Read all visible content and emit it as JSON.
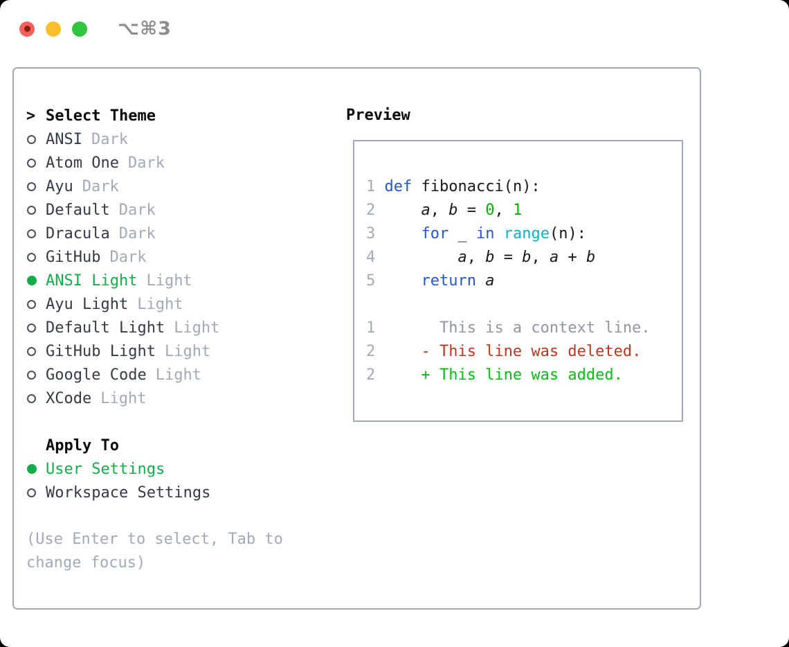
{
  "window": {
    "title": "⌥⌘3",
    "traffic_lights": [
      {
        "name": "close",
        "color": "#f4605a",
        "inner_dot": "#8c1d12"
      },
      {
        "name": "minimize",
        "color": "#fbbf2d"
      },
      {
        "name": "zoom",
        "color": "#30c53e"
      }
    ]
  },
  "theme_panel": {
    "header": {
      "prompt": ">",
      "label": "Select Theme"
    },
    "themes": [
      {
        "name": "ANSI",
        "variant": "Dark",
        "selected": false
      },
      {
        "name": "Atom One",
        "variant": "Dark",
        "selected": false
      },
      {
        "name": "Ayu",
        "variant": "Dark",
        "selected": false
      },
      {
        "name": "Default",
        "variant": "Dark",
        "selected": false
      },
      {
        "name": "Dracula",
        "variant": "Dark",
        "selected": false
      },
      {
        "name": "GitHub",
        "variant": "Dark",
        "selected": false
      },
      {
        "name": "ANSI Light",
        "variant": "Light",
        "selected": true
      },
      {
        "name": "Ayu Light",
        "variant": "Light",
        "selected": false
      },
      {
        "name": "Default Light",
        "variant": "Light",
        "selected": false
      },
      {
        "name": "GitHub Light",
        "variant": "Light",
        "selected": false
      },
      {
        "name": "Google Code",
        "variant": "Light",
        "selected": false
      },
      {
        "name": "XCode",
        "variant": "Light",
        "selected": false
      }
    ],
    "apply_to": {
      "label": "Apply To",
      "options": [
        {
          "name": "User Settings",
          "selected": true
        },
        {
          "name": "Workspace Settings",
          "selected": false
        }
      ]
    },
    "hint_lines": [
      "(Use Enter to select, Tab to",
      "change focus)"
    ]
  },
  "preview": {
    "label": "Preview",
    "code_lines": [
      {
        "num": "1",
        "tokens": [
          {
            "t": "def",
            "c": "kw"
          },
          {
            "t": " fibonacci(n):",
            "c": "plain"
          }
        ]
      },
      {
        "num": "2",
        "tokens": [
          {
            "t": "    ",
            "c": "plain"
          },
          {
            "t": "a",
            "c": "var"
          },
          {
            "t": ", ",
            "c": "plain"
          },
          {
            "t": "b",
            "c": "var"
          },
          {
            "t": " = ",
            "c": "plain"
          },
          {
            "t": "0",
            "c": "num"
          },
          {
            "t": ", ",
            "c": "plain"
          },
          {
            "t": "1",
            "c": "num"
          }
        ]
      },
      {
        "num": "3",
        "tokens": [
          {
            "t": "    ",
            "c": "plain"
          },
          {
            "t": "for",
            "c": "kw"
          },
          {
            "t": " _ ",
            "c": "plain"
          },
          {
            "t": "in",
            "c": "kw"
          },
          {
            "t": " ",
            "c": "plain"
          },
          {
            "t": "range",
            "c": "builtin"
          },
          {
            "t": "(n):",
            "c": "plain"
          }
        ]
      },
      {
        "num": "4",
        "tokens": [
          {
            "t": "        ",
            "c": "plain"
          },
          {
            "t": "a",
            "c": "var"
          },
          {
            "t": ", ",
            "c": "plain"
          },
          {
            "t": "b",
            "c": "var"
          },
          {
            "t": " = ",
            "c": "plain"
          },
          {
            "t": "b",
            "c": "var"
          },
          {
            "t": ", ",
            "c": "plain"
          },
          {
            "t": "a",
            "c": "var"
          },
          {
            "t": " + ",
            "c": "plain"
          },
          {
            "t": "b",
            "c": "var"
          }
        ]
      },
      {
        "num": "5",
        "tokens": [
          {
            "t": "    ",
            "c": "plain"
          },
          {
            "t": "return",
            "c": "kw"
          },
          {
            "t": " ",
            "c": "plain"
          },
          {
            "t": "a",
            "c": "var"
          }
        ]
      }
    ],
    "diff_lines": [
      {
        "num": "1",
        "text": "      This is a context line.",
        "kind": "context"
      },
      {
        "num": "2",
        "text": "    - This line was deleted.",
        "kind": "deleted"
      },
      {
        "num": "2",
        "text": "    + This line was added.",
        "kind": "added"
      }
    ]
  },
  "colors": {
    "border": "#a2a9b4",
    "ui_green": "#13ad49",
    "item_text": "#343a43",
    "muted": "#a2aab6",
    "tokens": {
      "kw": "#2455d4",
      "builtin": "#00b6c9",
      "num": "#00b400",
      "plain": "#16181c",
      "var": "#16181c"
    },
    "diff": {
      "context": "#8f97a1",
      "deleted": "#c23419",
      "added": "#00c110"
    }
  }
}
